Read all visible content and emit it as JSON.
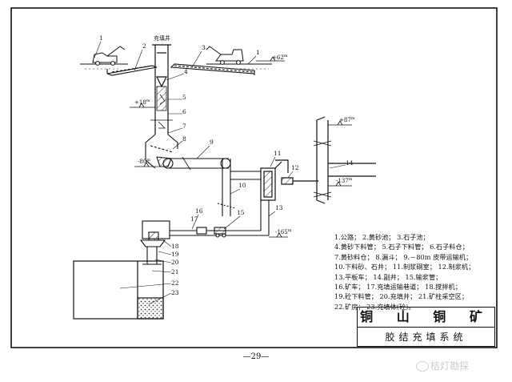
{
  "labels": {
    "n1a": "1",
    "n1b": "1",
    "n2": "2",
    "n3": "3",
    "n4": "4",
    "n5": "5",
    "n6": "6",
    "n7": "7",
    "n8": "8",
    "n9": "9",
    "n10": "10",
    "n11": "11",
    "n12": "12",
    "n13": "13",
    "n14": "14",
    "n15": "15",
    "n16": "16",
    "n17": "17",
    "n18": "18",
    "n19": "19",
    "n20": "20",
    "n21": "21",
    "n22": "22",
    "n23": "23"
  },
  "elevations": {
    "top": "+62",
    "e1": "+18",
    "e2": "-80",
    "e3": "-165",
    "e4": "+87",
    "e5": "-137",
    "sup": "m"
  },
  "top_label": "充填井",
  "legend": [
    "1.公路； 2.黄砂池； 3.石子池；",
    "4.黄砂下料管； 5.石子下料管； 6.石子料仓；",
    "7.黄砂料仓； 8.漏斗； 9.－80m 皮带运输机；",
    "10.下料砂、石井； 11.制浆硐室； 12.制浆机；",
    "13.平板车； 14.副井； 15.输浆管；",
    "16.矿车； 17.充填运输巷道； 18.搅拌机；",
    "19.砼下料管； 20.充填井； 21.矿柱采空区；",
    "22.矿房； 23.充填体(砼)。"
  ],
  "title": {
    "name": "铜 山 铜 矿",
    "subtitle": "胶结充填系统"
  },
  "page_number": "—29—",
  "watermark": "桔灯勘探",
  "colors": {
    "ink": "#111111",
    "fill_hatch": "#555555",
    "watermark": "#c9c9c9"
  }
}
